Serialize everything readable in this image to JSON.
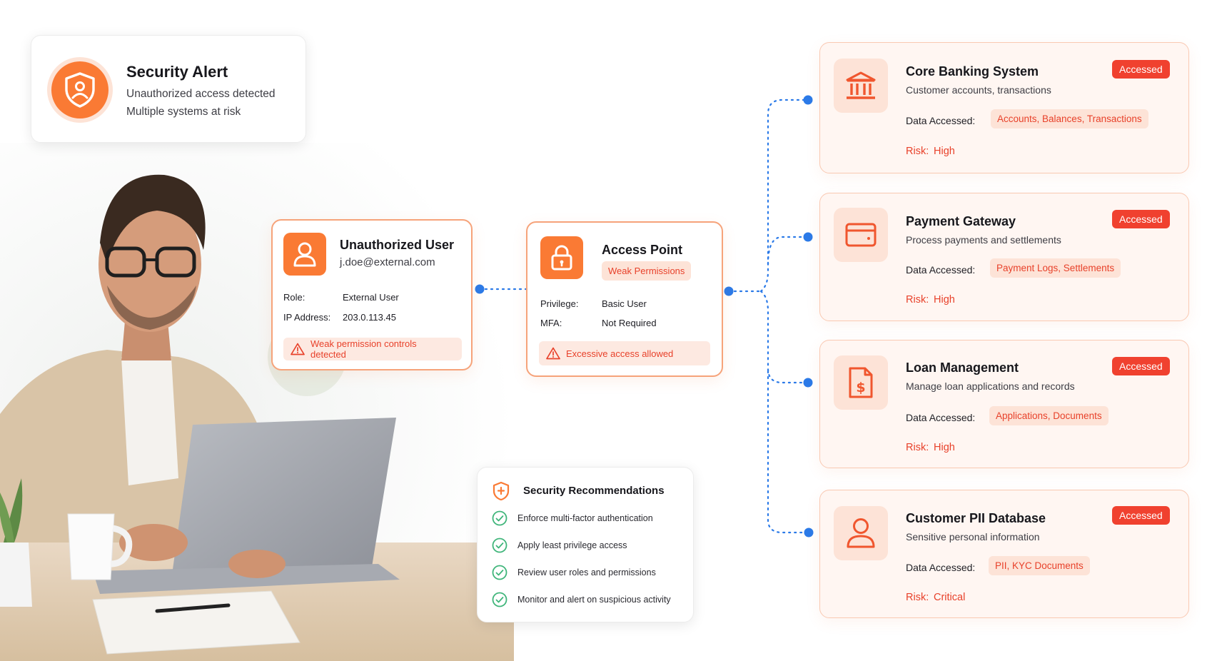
{
  "alert": {
    "title": "Security Alert",
    "line1": "Unauthorized access detected",
    "line2": "Multiple systems at risk",
    "icon": "shield-user-icon"
  },
  "user": {
    "title": "Unauthorized User",
    "email": "j.doe@external.com",
    "role_label": "Role:",
    "role_value": "External User",
    "ip_label": "IP Address:",
    "ip_value": "203.0.113.45",
    "warning": "Weak permission controls detected"
  },
  "access_point": {
    "title": "Access Point",
    "badge": "Weak Permissions",
    "privilege_label": "Privilege:",
    "privilege_value": "Basic User",
    "mfa_label": "MFA:",
    "mfa_value": "Not Required",
    "warning": "Excessive access allowed"
  },
  "recommendations": {
    "title": "Security Recommendations",
    "items": [
      "Enforce multi-factor authentication",
      "Apply least privilege access",
      "Review user roles and permissions",
      "Monitor and alert on suspicious activity"
    ]
  },
  "systems": [
    {
      "title": "Core Banking System",
      "subtitle": "Customer accounts, transactions",
      "status": "Accessed",
      "data_label": "Data Accessed:",
      "data": "Accounts, Balances, Transactions",
      "risk_label": "Risk:",
      "risk": "High",
      "icon": "bank-icon"
    },
    {
      "title": "Payment Gateway",
      "subtitle": "Process payments and settlements",
      "status": "Accessed",
      "data_label": "Data Accessed:",
      "data": "Payment Logs, Settlements",
      "risk_label": "Risk:",
      "risk": "High",
      "icon": "credit-card-icon"
    },
    {
      "title": "Loan Management",
      "subtitle": "Manage loan applications and records",
      "status": "Accessed",
      "data_label": "Data Accessed:",
      "data": "Applications, Documents",
      "risk_label": "Risk:",
      "risk": "High",
      "icon": "dollar-document-icon"
    },
    {
      "title": "Customer PII Database",
      "subtitle": "Sensitive personal information",
      "status": "Accessed",
      "data_label": "Data Accessed:",
      "data": "PII, KYC Documents",
      "risk_label": "Risk:",
      "risk": "Critical",
      "icon": "user-outline-icon"
    }
  ],
  "colors": {
    "accent": "#fa7a34",
    "danger": "#f0412f",
    "connector": "#2b7ae8",
    "success": "#3fb57a"
  }
}
